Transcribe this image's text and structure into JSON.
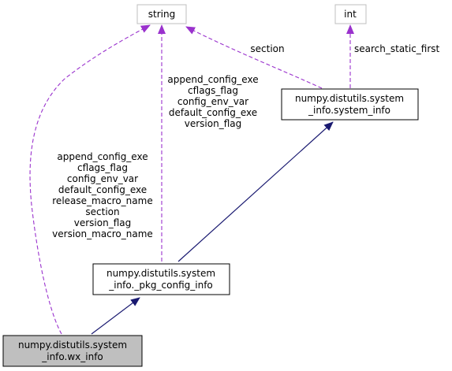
{
  "colors": {
    "inherit_edge": "#191970",
    "usage_edge": "#9a32cd",
    "node_border": "#000000",
    "external_border": "#bfbfbf",
    "focus_fill": "#bfbfbf"
  },
  "nodes": {
    "string": {
      "lines": [
        "string"
      ]
    },
    "int": {
      "lines": [
        "int"
      ]
    },
    "system_info": {
      "lines": [
        "numpy.distutils.system",
        "_info.system_info"
      ]
    },
    "pkg_config_info": {
      "lines": [
        "numpy.distutils.system",
        "_info._pkg_config_info"
      ]
    },
    "wx_info": {
      "lines": [
        "numpy.distutils.system",
        "_info.wx_info"
      ]
    }
  },
  "edge_labels": {
    "system_info_section": [
      "section"
    ],
    "system_info_search": [
      "search_static_first"
    ],
    "pkg_config_members": [
      "append_config_exe",
      "cflags_flag",
      "config_env_var",
      "default_config_exe",
      "version_flag"
    ],
    "wx_info_members": [
      "append_config_exe",
      "cflags_flag",
      "config_env_var",
      "default_config_exe",
      "release_macro_name",
      "section",
      "version_flag",
      "version_macro_name"
    ]
  }
}
